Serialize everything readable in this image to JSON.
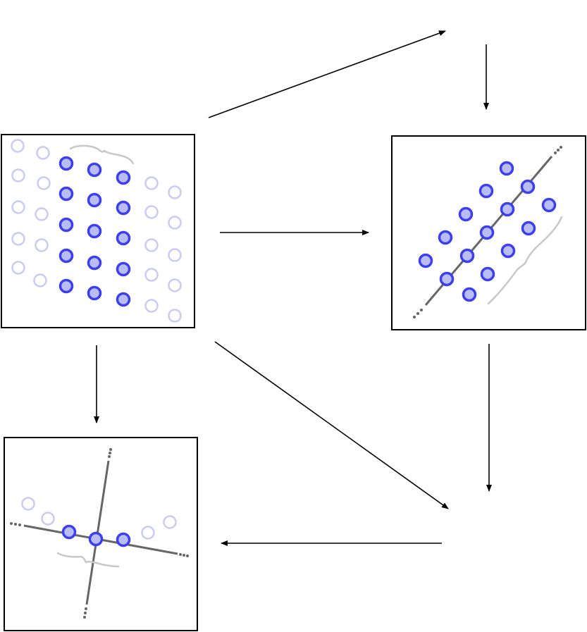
{
  "colors": {
    "background": "#ffffff",
    "arrow": "#000000",
    "box_border": "#000000",
    "point_fill": "#b9bdf2",
    "point_stroke": "#3b3ff0",
    "faded_stroke": "#c9cbf5",
    "axis": "#666666",
    "brace": "#c8c8c8"
  },
  "icons": {
    "point": "circle-point-icon",
    "faded_point": "faded-circle-point-icon",
    "arrow": "arrow-icon",
    "brace": "curly-brace-icon",
    "axis": "lattice-axis-icon"
  },
  "panels": [
    {
      "id": "square-lattice-panel",
      "lattice": "square"
    },
    {
      "id": "diagonal-lattice-panel",
      "lattice": "rotated"
    },
    {
      "id": "projected-row-panel",
      "lattice": "1d-projection"
    }
  ],
  "arrow_count": 7
}
